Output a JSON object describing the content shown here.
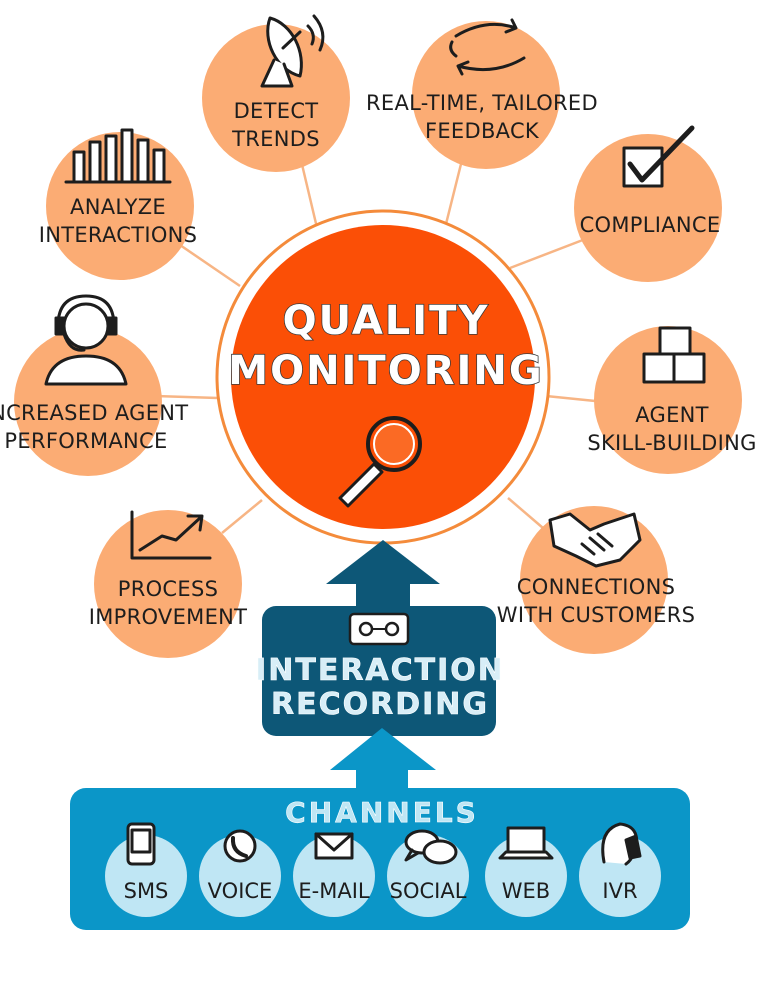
{
  "colors": {
    "bubble": "#fbac74",
    "center": "#fb4f06",
    "center_ring": "#f48b3b",
    "connector": "#f7b585",
    "recording": "#0d5777",
    "channels": "#0b96c8",
    "channel_bubble": "#bfe6f4"
  },
  "center": {
    "line1": "QUALITY",
    "line2": "MONITORING",
    "icon": "magnifying-glass-icon"
  },
  "bubbles": [
    {
      "id": "detect-trends",
      "lines": [
        "DETECT",
        "TRENDS"
      ],
      "icon": "satellite-dish-icon"
    },
    {
      "id": "real-time-feedback",
      "lines": [
        "REAL-TIME, TAILORED",
        "FEEDBACK"
      ],
      "icon": "cycle-arrows-icon"
    },
    {
      "id": "compliance",
      "lines": [
        "COMPLIANCE"
      ],
      "icon": "checkbox-icon"
    },
    {
      "id": "agent-skill-building",
      "lines": [
        "AGENT",
        "SKILL-BUILDING"
      ],
      "icon": "blocks-icon"
    },
    {
      "id": "connections-with-customers",
      "lines": [
        "CONNECTIONS",
        "WITH CUSTOMERS"
      ],
      "icon": "handshake-icon"
    },
    {
      "id": "process-improvement",
      "lines": [
        "PROCESS",
        "IMPROVEMENT"
      ],
      "icon": "growth-chart-icon"
    },
    {
      "id": "increased-agent-performance",
      "lines": [
        "INCREASED AGENT",
        "PERFORMANCE"
      ],
      "icon": "headset-agent-icon"
    },
    {
      "id": "analyze-interactions",
      "lines": [
        "ANALYZE",
        "INTERACTIONS"
      ],
      "icon": "bar-chart-icon"
    }
  ],
  "recording": {
    "line1": "INTERACTION",
    "line2": "RECORDING",
    "icon": "cassette-tape-icon"
  },
  "channels": {
    "title": "CHANNELS",
    "items": [
      {
        "label": "SMS",
        "icon": "phone-icon"
      },
      {
        "label": "VOICE",
        "icon": "handset-icon"
      },
      {
        "label": "E-MAIL",
        "icon": "envelope-icon"
      },
      {
        "label": "SOCIAL",
        "icon": "speech-bubbles-icon"
      },
      {
        "label": "WEB",
        "icon": "laptop-icon"
      },
      {
        "label": "IVR",
        "icon": "caller-icon"
      }
    ]
  }
}
